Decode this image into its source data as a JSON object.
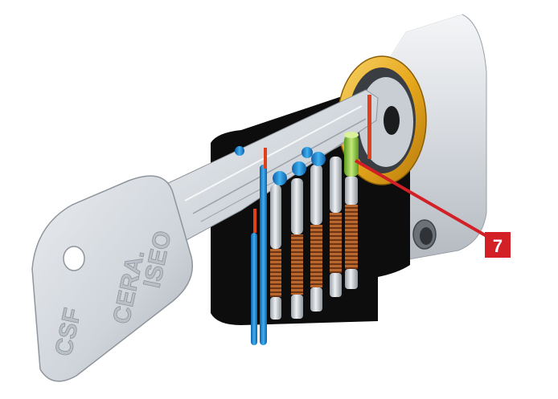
{
  "key_bow_text": {
    "line1": "CSF",
    "line2": "CERA.",
    "line3": "ISEO"
  },
  "callout": {
    "number": "7",
    "color": "#d31f26"
  },
  "colors": {
    "brass_ring": "#e8a91d",
    "cutaway_core": "#0d0d0d",
    "blue_pin": "#1e8fe0",
    "red_pin": "#e0401a",
    "green_pin": "#8cc63f",
    "spring": "#a8582a",
    "metal": "#c9ced4"
  }
}
